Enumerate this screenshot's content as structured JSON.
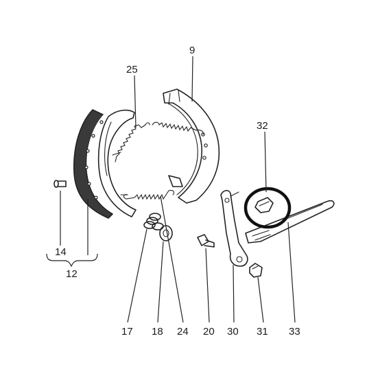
{
  "colors": {
    "ink": "#222222",
    "background": "#ffffff",
    "highlight_ring": "#111111"
  },
  "labels": {
    "p9": "9",
    "p12": "12",
    "p14": "14",
    "p17": "17",
    "p18": "18",
    "p20": "20",
    "p24": "24",
    "p25": "25",
    "p30": "30",
    "p31": "31",
    "p32": "32",
    "p33": "33"
  },
  "highlight": {
    "part": "32",
    "shape": "circle-ring"
  }
}
